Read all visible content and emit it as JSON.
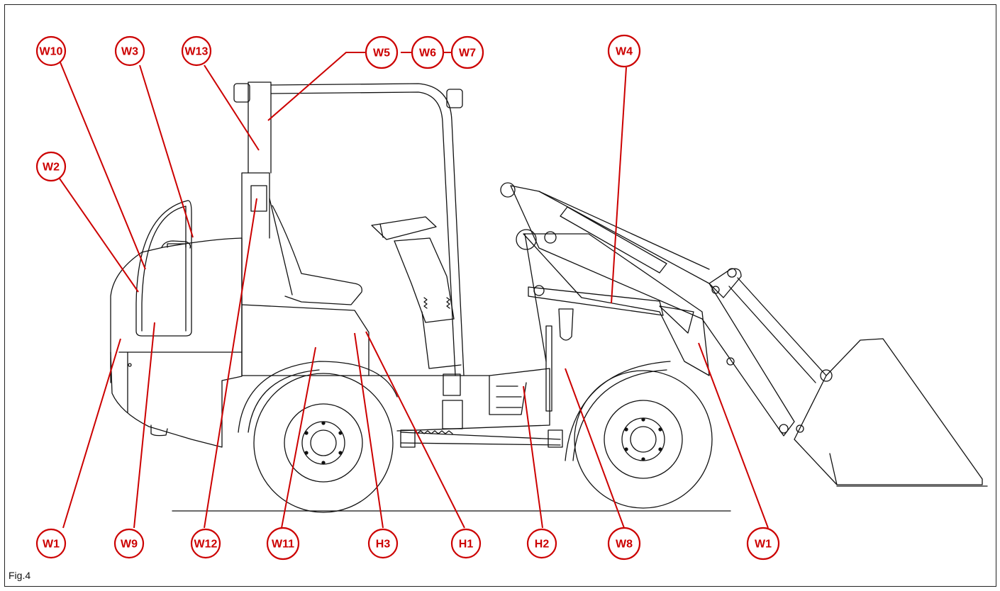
{
  "figure": {
    "label": "Fig.4"
  },
  "callouts": {
    "w10": "W10",
    "w3": "W3",
    "w13": "W13",
    "w5": "W5",
    "w6": "W6",
    "w7": "W7",
    "w4": "W4",
    "w2": "W2",
    "w1_bottom_left": "W1",
    "w9": "W9",
    "w12": "W12",
    "w11": "W11",
    "h3": "H3",
    "h1": "H1",
    "h2": "H2",
    "w8": "W8",
    "w1_bottom_right": "W1"
  },
  "colors": {
    "callout": "#cc0000",
    "line": "#111111"
  }
}
